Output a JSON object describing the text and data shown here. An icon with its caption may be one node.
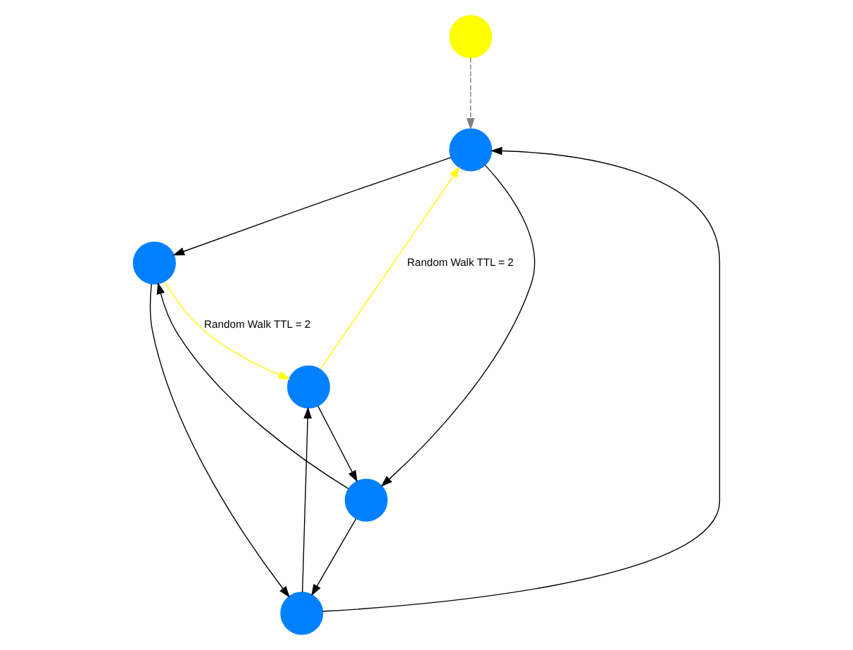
{
  "diagram": {
    "nodes": [
      {
        "text": [],
        "shape": "circle"
      },
      {
        "text": [],
        "shape": "circle"
      },
      {
        "text": [],
        "shape": "circle"
      },
      {
        "text": [],
        "shape": "circle"
      },
      {
        "text": [],
        "shape": "circle"
      },
      {
        "text": [],
        "shape": "circle"
      }
    ],
    "edges": [
      {
        "from": 0,
        "to": 1,
        "arrow": "to",
        "style": "dashed",
        "color": "#808080"
      },
      {
        "from": 2,
        "to": 1,
        "arrow": "to",
        "label": "Random Walk TTL = 2",
        "color": "#ffff00"
      },
      {
        "from": 3,
        "to": 2,
        "arrow": "to",
        "label": "Random Walk TTL = 2",
        "color": "#ffff00"
      },
      {
        "from": 1,
        "to": 4,
        "arrow": "to"
      },
      {
        "from": 1,
        "to": 3,
        "arrow": "to"
      },
      {
        "from": 5,
        "to": 1,
        "arrow": "to"
      },
      {
        "from": 2,
        "to": 4,
        "arrow": "to"
      },
      {
        "from": 4,
        "to": 3,
        "arrow": "to"
      },
      {
        "from": 4,
        "to": 5,
        "arrow": "to"
      },
      {
        "from": 3,
        "to": 5,
        "arrow": "to"
      },
      {
        "from": 5,
        "to": 2,
        "arrow": "to"
      }
    ]
  }
}
